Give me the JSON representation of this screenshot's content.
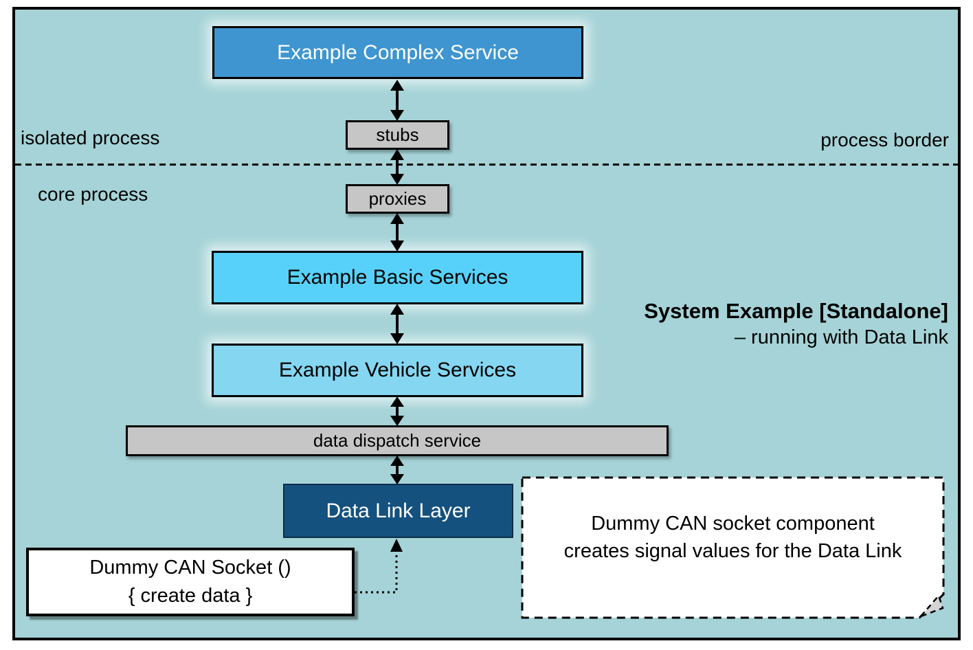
{
  "diagram": {
    "regions": {
      "isolated_process_label": "isolated process",
      "core_process_label": "core process",
      "process_border_label": "process border"
    },
    "caption": {
      "title": "System Example [Standalone]",
      "subtitle": "– running with Data Link"
    },
    "boxes": {
      "complex_service": {
        "label": "Example Complex Service",
        "fill": "#3e95d0"
      },
      "stubs": {
        "label": "stubs",
        "fill": "#c6c6c6"
      },
      "proxies": {
        "label": "proxies",
        "fill": "#c6c6c6"
      },
      "basic_services": {
        "label": "Example Basic Services",
        "fill": "#58d1fa"
      },
      "vehicle_services": {
        "label": "Example Vehicle Services",
        "fill": "#84d6f1"
      },
      "data_dispatch": {
        "label": "data dispatch service",
        "fill": "#c6c6c6"
      },
      "data_link": {
        "label": "Data Link Layer",
        "fill": "#15517e"
      },
      "dummy_socket": {
        "line1": "Dummy CAN Socket ()",
        "line2": "{ create data }",
        "fill": "#ffffff"
      }
    },
    "note": {
      "line1": "Dummy CAN socket component",
      "line2": "creates signal values for the Data Link"
    },
    "colors": {
      "background": "#a5d3d7",
      "frame_border": "#000000",
      "arrow": "#000000"
    }
  }
}
